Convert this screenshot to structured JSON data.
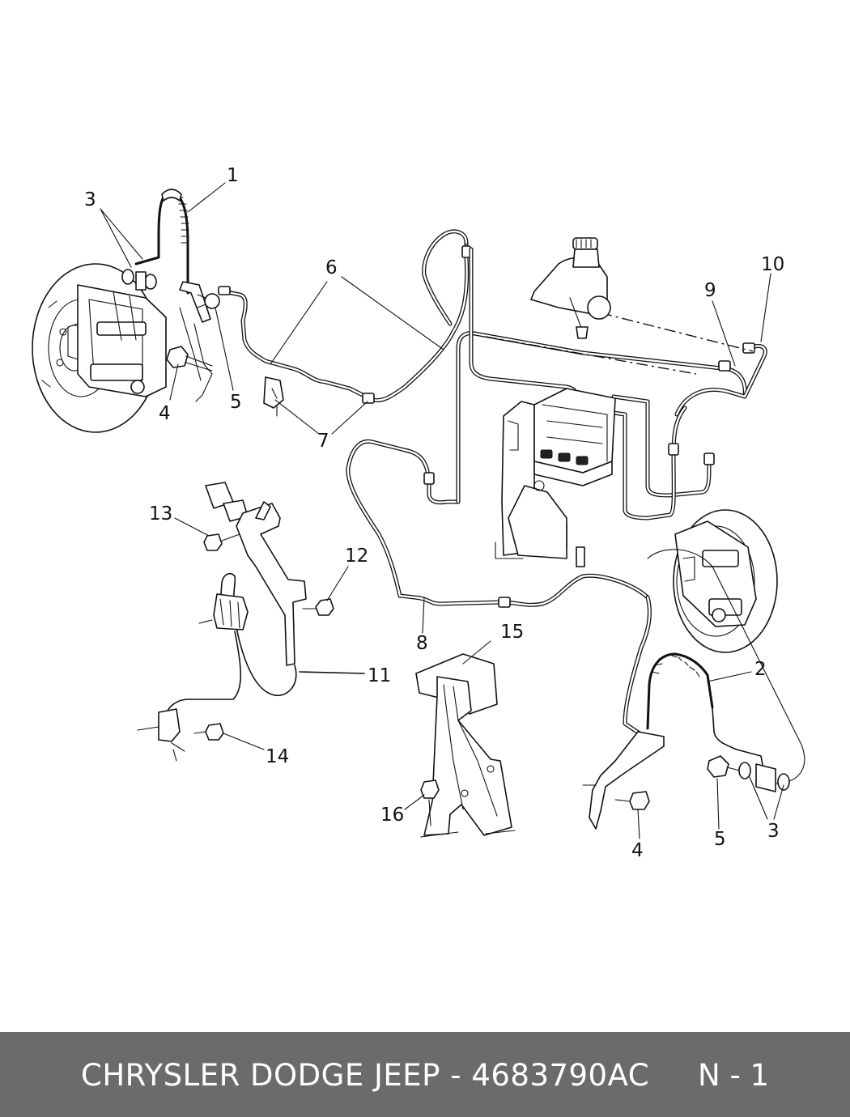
{
  "diagram": {
    "callouts": [
      {
        "id": "c1",
        "text": "1"
      },
      {
        "id": "c2",
        "text": "2"
      },
      {
        "id": "c3a",
        "text": "3"
      },
      {
        "id": "c3b",
        "text": "3"
      },
      {
        "id": "c4a",
        "text": "4"
      },
      {
        "id": "c4b",
        "text": "4"
      },
      {
        "id": "c5a",
        "text": "5"
      },
      {
        "id": "c5b",
        "text": "5"
      },
      {
        "id": "c6",
        "text": "6"
      },
      {
        "id": "c7",
        "text": "7"
      },
      {
        "id": "c8",
        "text": "8"
      },
      {
        "id": "c9",
        "text": "9"
      },
      {
        "id": "c10",
        "text": "10"
      },
      {
        "id": "c11",
        "text": "11"
      },
      {
        "id": "c12",
        "text": "12"
      },
      {
        "id": "c13",
        "text": "13"
      },
      {
        "id": "c14",
        "text": "14"
      },
      {
        "id": "c15",
        "text": "15"
      },
      {
        "id": "c16",
        "text": "16"
      }
    ]
  },
  "footer": {
    "title": "CHRYSLER DODGE JEEP - 4683790AC",
    "page": "N - 1"
  }
}
